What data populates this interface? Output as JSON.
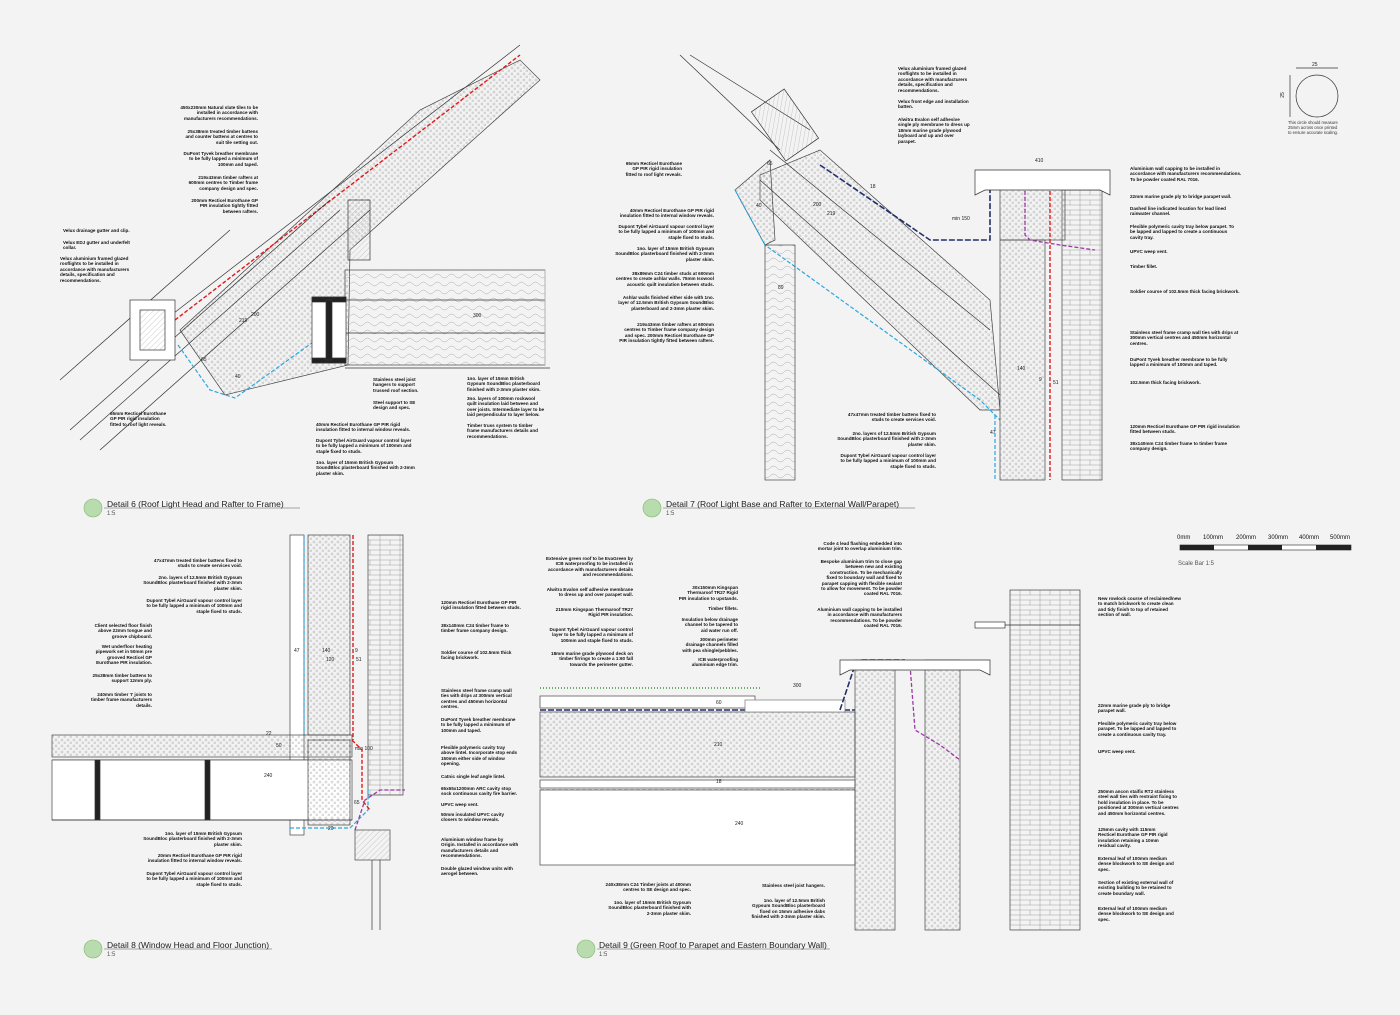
{
  "colors": {
    "accent_green": "#b9dcae",
    "membrane_red": "#e01b1b",
    "vapour_blue": "#2aa7df",
    "purple": "#9b3aa6",
    "navy": "#23306b",
    "line": "#333333"
  },
  "details": [
    {
      "title": "Detail 6 (Roof Light Head and Rafter to Frame)",
      "scale": "1:5"
    },
    {
      "title": "Detail 7 (Roof Light Base and Rafter to External Wall/Parapet)",
      "scale": "1:5"
    },
    {
      "title": "Detail 8 (Window Head and Floor Junction)",
      "scale": "1:5"
    },
    {
      "title": "Detail 9 (Green Roof to Parapet and Eastern Boundary Wall)",
      "scale": "1:5"
    }
  ],
  "calibration": {
    "dim": "25",
    "text": "This circle should measure\n25mm across once printed\nto ensure accurate scaling."
  },
  "scalebar": {
    "labels": [
      "0mm",
      "100mm",
      "200mm",
      "300mm",
      "400mm",
      "500mm"
    ],
    "caption": "Scale Bar 1:5"
  },
  "d6": {
    "notes": [
      "450x230mm Natural slate tiles to be\ninstalled in accordance with\nmanufacturers recommendations.",
      "25x38mm treated timber battens\nand counter battens at centres to\nsuit tile setting out.",
      "DuPont Tyvek breather membrane\nto be fully lapped a minimum of\n100mm and taped.",
      "219x43mm timber rafters at\n600mm centres to Timber frame\ncompany design and spec.",
      "200mm Recticel Eurothane GP\nPIR insulation tightly fitted\nbetween rafters.",
      "Velux drainage gutter and clip.",
      "Velux EDJ gutter and underfelt\ncollar.",
      "Velux aluminium framed glazed\nrooflights to be installed in\naccordance with manufacturers\ndetails, specification and\nrecommendations.",
      "65mm Recticel Eurothane\nGP PIR rigid insulation\nfitted to roof light reveals.",
      "Stainless steel joist\nhangers to support\ntrussed roof section.",
      "Steel support to SE\ndesign and spec.",
      "40mm Recticel Eurothane GP PIR rigid\ninsulation fitted to internal window reveals.",
      "Dupont Tybel AirGuard vapour control layer\nto be fully lapped a minimum of 100mm and\nstaple fixed to studs.",
      "1no. layer of 15mm British Gypsum\nSoundBloc plasterboard finished with 2-3mm\nplaster skim.",
      "1no. layer of 15mm British\nGypsum SoundBloc plasterboard\nfinished with 2-3mm plaster skim.",
      "3no. layers of 100mm rockwool\nquilt insulation laid between and\nover joists. Intermediate layer to be\nlaid perpendicular to layer below.",
      "Timber truss system to timber\nframe manufacturers details and\nrecommendations."
    ],
    "dims": [
      "200",
      "219",
      "65",
      "40",
      "300"
    ]
  },
  "d7": {
    "notes": [
      "Velux aluminium framed glazed\nrooflights to be installed in\naccordance with manufacturers\ndetails, specification and\nrecommendations.",
      "Velux front edge and installation\nbatten.",
      "Alwitra Evalon self adhesive\nsingle ply membrane to dress up\n18mm marine grade plywood\nlayboard and up and over\nparapet.",
      "65mm Recticel Eurothane\nGP PIR rigid insulation\nfitted to roof light reveals.",
      "40mm Recticel Eurothane GP PIR rigid\ninsulation fitted to internal window reveals.",
      "Dupont Tybel AirGuard vapour control layer\nto be fully lapped a minimum of 100mm and\nstaple fixed to studs.",
      "1no. layer of 15mm British Gypsum\nSoundBloc plasterboard finished with 2-3mm\nplaster skim.",
      "38x89mm C24 timber studs at 600mm\ncentres to create ashlar walls. 75mm Isowool\nacoustic quilt insulation between studs.",
      "Ashlar walls finished either side with 1no.\nlayer of 12.5mm British Gypsum SoundBloc\nplasterboard and 2-3mm plaster skim.",
      "219x43mm timber rafters at 600mm\ncentres to Timber frame company design\nand spec. 200mm Recticel Eurothane GP\nPIR insulation tightly fitted between rafters.",
      "Aluminium wall capping to be installed in\naccordance with manufacturers recommendations.\nTo be powder coated RAL 7016.",
      "22mm marine grade ply to bridge parapet wall.",
      "Dashed line indicated location for lead lined\nrainwater channel.",
      "Flexible polymeric cavity tray below parapet. To\nbe lapped and lapped to create a continuous\ncavity tray.",
      "UPVC weep vent.",
      "Timber fillet.",
      "Soldier course of 102.5mm thick facing brickwork.",
      "Stainless steel frame cramp wall ties with drips at\n300mm vertical centres and 450mm horizontal\ncentres.",
      "DuPont Tyvek breather membrane to be fully\nlapped a minimum of 100mm and taped.",
      "102.5mm thick facing brickwork.",
      "47x47mm treated timber battens fixed to\nstuds to create services void.",
      "2no. layers of 12.5mm British Gypsum\nSoundBloc plasterboard finished with 2-3mm\nplaster skim.",
      "Dupont Tybel AirGuard vapour control layer\nto be fully lapped a minimum of 100mm and\nstaple fixed to studs.",
      "120mm Recticel Eurothane GP PIR rigid insulation\nfitted between studs.",
      "38x140mm C24 timber frame to timber frame\ncompany design."
    ],
    "dims": [
      "410",
      "18",
      "min 150",
      "65",
      "40",
      "200",
      "219",
      "89",
      "140",
      "9",
      "51",
      "47"
    ]
  },
  "d8": {
    "notes": [
      "47x47mm treated timber battens fixed to\nstuds to create services void.",
      "2no. layers of 12.5mm British Gypsum\nSoundBloc plasterboard finished with 2-3mm\nplaster skim.",
      "Dupont Tybel AirGuard vapour control layer\nto be fully lapped a minimum of 100mm and\nstaple fixed to studs.",
      "Client selected floor finish\nabove 22mm tongue and\ngroove chipboard.",
      "Wet underfloor heating\npipework set in 50mm pre\ngrooved Recticel GP\nEurothane PIR insulation.",
      "25x38mm timber battens to\nsupport 12mm ply.",
      "240mm timber 'I' joists to\ntimber frame manufacturers\ndetails.",
      "1no. layer of 15mm British Gypsum\nSoundBloc plasterboard finished with 2-3mm\nplaster skim.",
      "20mm Recticel Eurothane GP PIR rigid\ninsulation fitted to internal window reveals.",
      "Dupont Tybel AirGuard vapour control layer\nto be fully lapped a minimum of 100mm and\nstaple fixed to studs.",
      "120mm Recticel Eurothane GP PIR\nrigid insulation fitted between studs.",
      "38x140mm C24 timber frame to\ntimber frame company design.",
      "Soldier course of 102.5mm thick\nfacing brickwork.",
      "Stainless steel frame cramp wall\nties with drips at 300mm vertical\ncentres and 450mm horizontal\ncentres.",
      "DuPont Tyvek breather membrane\nto be fully lapped a minimum of\n100mm and taped.",
      "Flexible polymeric cavity tray\nabove lintel. Incorporate stop ends\n150mm either side of window\nopening.",
      "Catnic single leaf angle lintel.",
      "65x65x1200mm ARC cavity stop\nsock continuous cavity fire barrier.",
      "UPVC weep vent.",
      "50mm insulated UPVC cavity\nclosers to window reveals.",
      "Aluminium window frame by\nOrigin. Installed in accordance with\nmanufacturers details and\nrecommendations.",
      "Double glazed window units with\naerogel between."
    ],
    "dims": [
      "47",
      "140",
      "120",
      "9",
      "51",
      "22",
      "50",
      "240",
      "min 100",
      "65",
      "20"
    ]
  },
  "d9": {
    "notes": [
      "Extensive green roof to be EvaGreen by\nICB waterproofing to be installed in\naccordance with manufacturers details\nand recommendations.",
      "Alwitra Evalon self adhesive membrane\nto dress up and over parapet wall.",
      "210mm Kingspan Thermaroof TR27\nRigid PIR insulation.",
      "Dupont Tybel AirGuard vapour control\nlayer to be fully lapped a minimum of\n100mm and staple fixed to studs.",
      "18mm marine grade plywood deck on\ntimber firrings to create a 1:60 fall\ntowards the perimeter gutter.",
      "30x150mm Kingspan\nThermaroof TR27 Rigid\nPIR insulation to upstands.",
      "Timber fillets.",
      "Insulation below drainage\nchannel to be tapered to\naid water run off.",
      "300mm perimeter\ndrainage channels filled\nwith pea shingle/pebbles.",
      "ICB waterproofing\naluminium edge trim.",
      "Code 4 lead flashing embedded into\nmortar joint to overlap aluminium trim.",
      "Bespoke aluminium trim to close gap\nbetween new and existing\nconstruction. To be mechanically\nfixed to boundary wall and fixed to\nparapet capping with flexible sealant\nto allow for movement. To be powder\ncoated RAL 7016.",
      "Aluminium wall capping to be installed\nin accordance with manufacturers\nrecommendations. To be powder\ncoated RAL 7016.",
      "New rowlock course of reclaimed/new\nto match brickwork to create clean\nand tidy finish to top of retained\nsection of wall.",
      "22mm marine grade ply to bridge\nparapet wall.",
      "Flexible polymeric cavity tray below\nparapet. To be lapped and lapped to\ncreate a continuous cavity tray.",
      "UPVC weep vent.",
      "250mm ancon staifix RT2 stainless\nsteel wall ties with restraint fixing to\nhold insulation in place. To be\npositioned at 300mm vertical centres\nand 450mm horizontal centres.",
      "125mm cavity with 115mm\nRecticel Eurothane GP PIR rigid\ninsulation retaining a 10mm\nresidual cavity.",
      "External leaf of 100mm medium\ndense blockwork to SE design and\nspec.",
      "Section of existing external wall of\nexisting building to be retained to\ncreate boundary wall.",
      "External leaf of 100mm medium\ndense blockwork to SE design and\nspec.",
      "240x38mm C24 Timber joists at 400mm\ncentres to SE design and spec.",
      "1no. layer of 15mm British Gypsum\nSoundBloc plasterboard finished with\n2-3mm plaster skim.",
      "Stainless steel joist hangers.",
      "1no. layer of 12.5mm British\nGypsum SoundBloc plasterboard\nfixed on 15mm adhesive dabs\nfinished with 2-3mm plaster skim."
    ],
    "dims": [
      "300",
      "60",
      "210",
      "18",
      "240"
    ]
  }
}
